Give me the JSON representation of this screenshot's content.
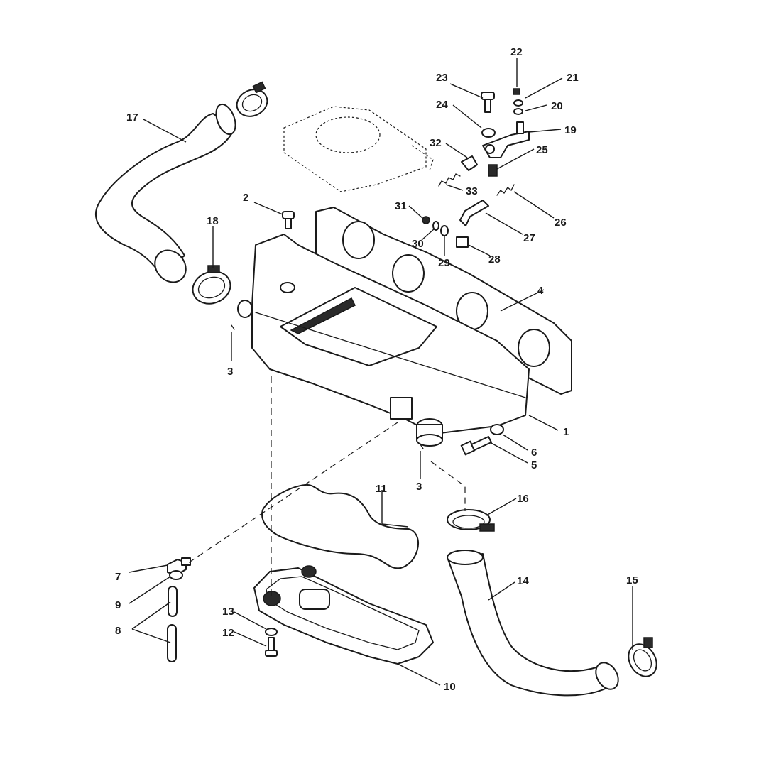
{
  "diagram": {
    "callouts": {
      "c1": "1",
      "c2": "2",
      "c3a": "3",
      "c3b": "3",
      "c4": "4",
      "c5": "5",
      "c6": "6",
      "c7": "7",
      "c8": "8",
      "c9": "9",
      "c10": "10",
      "c11": "11",
      "c12": "12",
      "c13": "13",
      "c14": "14",
      "c15": "15",
      "c16": "16",
      "c17": "17",
      "c18": "18",
      "c19": "19",
      "c20": "20",
      "c21": "21",
      "c22": "22",
      "c23": "23",
      "c24": "24",
      "c25": "25",
      "c26": "26",
      "c27": "27",
      "c28": "28",
      "c29": "29",
      "c30": "30",
      "c31": "31",
      "c32": "32",
      "c33": "33"
    }
  }
}
